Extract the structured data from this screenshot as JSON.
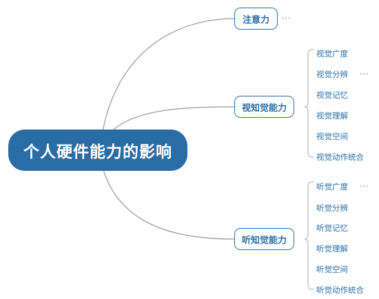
{
  "root": {
    "label": "个人硬件能力的影响"
  },
  "branches": [
    {
      "label": "注意力",
      "collapsed_indicator": "···"
    },
    {
      "label": "视知觉能力",
      "children": [
        "视觉广度",
        "视觉分辨",
        "视觉记忆",
        "视觉理解",
        "视觉空间",
        "视觉动作统合"
      ],
      "collapsed_indicator": "···"
    },
    {
      "label": "听知觉能力",
      "children": [
        "听觉广度",
        "听觉分辨",
        "听觉记忆",
        "听觉理解",
        "听觉空间",
        "听觉动作统合"
      ],
      "collapsed_indicator": "···"
    }
  ],
  "colors": {
    "accent": "#2a6da6",
    "connector": "#9a9a9a",
    "bracket": "#b8b8b8"
  }
}
